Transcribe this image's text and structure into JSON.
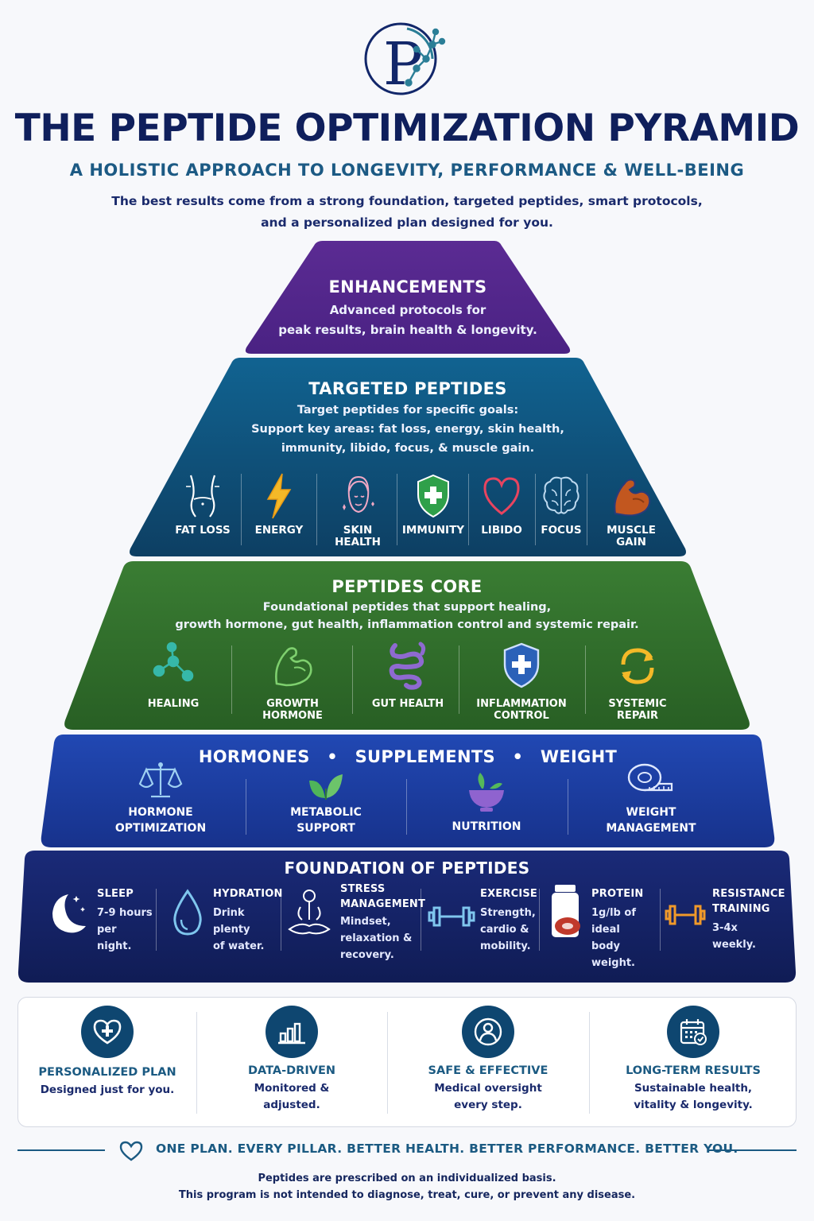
{
  "header": {
    "logo_letter": "P",
    "title": "THE PEPTIDE OPTIMIZATION PYRAMID",
    "subtitle": "A HOLISTIC APPROACH TO LONGEVITY, PERFORMANCE & WELL-BEING",
    "intro_line1": "The best results come from a strong foundation, targeted peptides, smart protocols,",
    "intro_line2": "and a personalized plan designed for you."
  },
  "colors": {
    "enhancements": "#5a2a8f",
    "targeted": "#0f4f76",
    "core": "#2f6e2a",
    "hormones": "#1f3ea3",
    "foundation": "#13205f",
    "pillar_circle": "#0e4670"
  },
  "enhancements": {
    "title": "ENHANCEMENTS",
    "desc_line1": "Advanced protocols for",
    "desc_line2": "peak results, brain health & longevity."
  },
  "targeted": {
    "title": "TARGETED PEPTIDES",
    "desc_line1": "Target peptides for specific goals:",
    "desc_line2": "Support key areas: fat loss, energy, skin health,",
    "desc_line3": "immunity, libido, focus, & muscle gain.",
    "items": [
      {
        "label": "FAT LOSS",
        "icon": "waist-icon"
      },
      {
        "label": "ENERGY",
        "icon": "lightning-icon"
      },
      {
        "label": "SKIN HEALTH",
        "icon": "face-icon"
      },
      {
        "label": "IMMUNITY",
        "icon": "shield-plus-icon"
      },
      {
        "label": "LIBIDO",
        "icon": "heart-icon"
      },
      {
        "label": "FOCUS",
        "icon": "brain-icon"
      },
      {
        "label": "MUSCLE GAIN",
        "icon": "flexed-arm-icon"
      }
    ]
  },
  "core": {
    "title": "PEPTIDES CORE",
    "desc_line1": "Foundational peptides that support healing,",
    "desc_line2": "growth hormone, gut health, inflammation control and systemic repair.",
    "items": [
      {
        "label": "HEALING",
        "label2": "",
        "icon": "molecule-icon"
      },
      {
        "label": "GROWTH HORMONE",
        "label2": "",
        "icon": "flexed-arm-icon"
      },
      {
        "label": "GUT HEALTH",
        "label2": "",
        "icon": "intestine-icon"
      },
      {
        "label": "INFLAMMATION",
        "label2": "CONTROL",
        "icon": "shield-plus-icon"
      },
      {
        "label": "SYSTEMIC",
        "label2": "REPAIR",
        "icon": "cycle-arrows-icon"
      }
    ]
  },
  "hormones": {
    "title_a": "HORMONES",
    "title_b": "SUPPLEMENTS",
    "title_c": "WEIGHT",
    "separator": "•",
    "items": [
      {
        "label": "HORMONE",
        "label2": "OPTIMIZATION",
        "icon": "scales-icon"
      },
      {
        "label": "METABOLIC",
        "label2": "SUPPORT",
        "icon": "leaves-icon"
      },
      {
        "label": "NUTRITION",
        "label2": "",
        "icon": "bowl-icon"
      },
      {
        "label": "WEIGHT",
        "label2": "MANAGEMENT",
        "icon": "tape-measure-icon"
      }
    ]
  },
  "foundation": {
    "title": "FOUNDATION OF PEPTIDES",
    "items": [
      {
        "title1": "SLEEP",
        "title2": "",
        "desc1": "7-9 hours",
        "desc2": "per night.",
        "desc3": "",
        "icon": "moon-icon"
      },
      {
        "title1": "HYDRATION",
        "title2": "",
        "desc1": "Drink plenty",
        "desc2": "of water.",
        "desc3": "",
        "icon": "water-drop-icon"
      },
      {
        "title1": "STRESS",
        "title2": "MANAGEMENT",
        "desc1": "Mindset,",
        "desc2": "relaxation &",
        "desc3": "recovery.",
        "icon": "meditation-icon"
      },
      {
        "title1": "EXERCISE",
        "title2": "",
        "desc1": "Strength,",
        "desc2": "cardio &",
        "desc3": "mobility.",
        "icon": "dumbbell-icon"
      },
      {
        "title1": "PROTEIN",
        "title2": "",
        "desc1": "1g/lb of ideal",
        "desc2": "body weight.",
        "desc3": "",
        "icon": "protein-jar-icon"
      },
      {
        "title1": "RESISTANCE",
        "title2": "TRAINING",
        "desc1": "3-4x",
        "desc2": "weekly.",
        "desc3": "",
        "icon": "dumbbell-orange-icon"
      }
    ]
  },
  "pillars": [
    {
      "title": "PERSONALIZED PLAN",
      "desc1": "Designed just for you.",
      "desc2": "",
      "icon": "heart-plus-icon"
    },
    {
      "title": "DATA-DRIVEN",
      "desc1": "Monitored &",
      "desc2": "adjusted.",
      "icon": "bar-chart-icon"
    },
    {
      "title": "SAFE & EFFECTIVE",
      "desc1": "Medical oversight",
      "desc2": "every step.",
      "icon": "person-icon"
    },
    {
      "title": "LONG-TERM RESULTS",
      "desc1": "Sustainable health,",
      "desc2": "vitality & longevity.",
      "icon": "calendar-check-icon"
    }
  ],
  "footer": {
    "tagline": "ONE PLAN. EVERY PILLAR. BETTER HEALTH. BETTER PERFORMANCE. BETTER YOU.",
    "disclaimer_line1": "Peptides are prescribed on an individualized basis.",
    "disclaimer_line2": "This program is not intended to diagnose, treat, cure, or prevent any disease."
  }
}
